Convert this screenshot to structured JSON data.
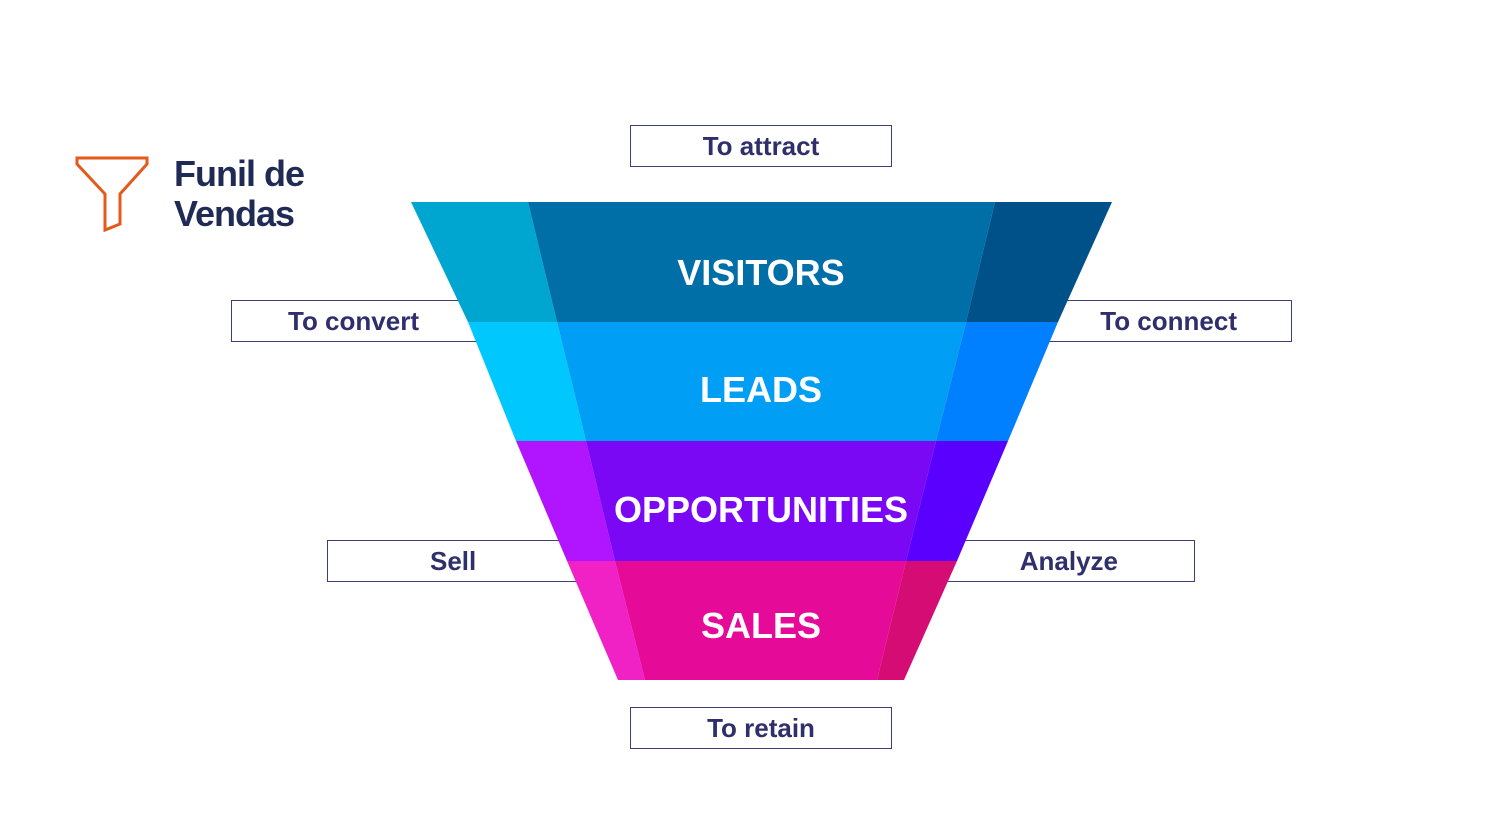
{
  "brand": {
    "title_line1": "Funil de",
    "title_line2": "Vendas",
    "icon": "funnel-icon",
    "icon_color": "#e35a1c"
  },
  "stages": [
    {
      "label": "VISITORS",
      "colors": {
        "left": "#00a6d0",
        "mid": "#006fa8",
        "right": "#005089"
      }
    },
    {
      "label": "LEADS",
      "colors": {
        "left": "#00c8ff",
        "mid": "#009ff5",
        "right": "#0080ff"
      }
    },
    {
      "label": "OPPORTUNITIES",
      "colors": {
        "left": "#b114ff",
        "mid": "#7b08f5",
        "right": "#5a00ff"
      }
    },
    {
      "label": "SALES",
      "colors": {
        "left": "#f022c6",
        "mid": "#e60a99",
        "right": "#d60c75"
      }
    }
  ],
  "actions": {
    "top": "To attract",
    "left_upper": "To convert",
    "right_upper": "To connect",
    "left_lower": "Sell",
    "right_lower": "Analyze",
    "bottom": "To retain"
  },
  "box_border_color": "#3d3f7a",
  "text_color": "#2f2f6b"
}
